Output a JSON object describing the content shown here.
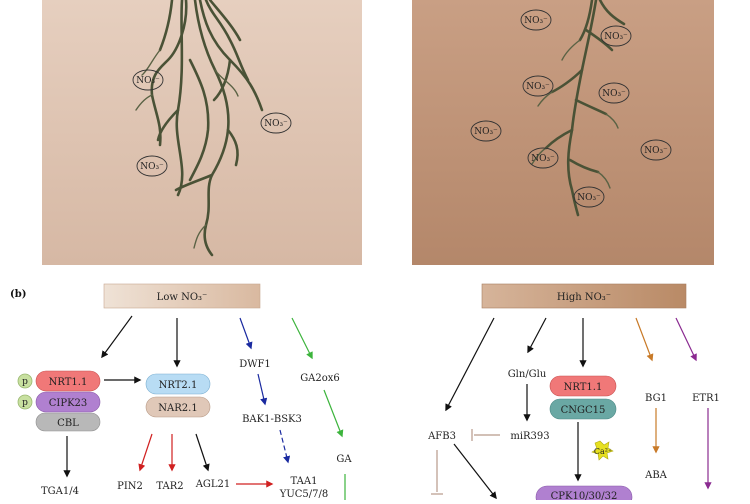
{
  "panel_a": {
    "left_ions": [
      "NO₃⁻",
      "NO₃⁻",
      "NO₃⁻"
    ],
    "right_ions": [
      "NO₃⁻",
      "NO₃⁻",
      "NO₃⁻",
      "NO₃⁻",
      "NO₃⁻",
      "NO₃⁻",
      "NO₃⁻",
      "NO₃⁻"
    ]
  },
  "panel_b": {
    "label": "(b)",
    "low": {
      "header": "Low NO₃⁻",
      "p1": "p",
      "p2": "p",
      "nrt11": "NRT1.1",
      "cipk23": "CIPK23",
      "cbl": "CBL",
      "nrt21": "NRT2.1",
      "nar21": "NAR2.1",
      "dwf1": "DWF1",
      "bak1": "BAK1-BSK3",
      "ga2ox6": "GA2ox6",
      "ga": "GA",
      "tga": "TGA1/4",
      "pin2": "PIN2",
      "tar2": "TAR2",
      "agl21": "AGL21",
      "taa1": "TAA1",
      "yuc": "YUC5/7/8"
    },
    "high": {
      "header": "High NO₃⁻",
      "glnglu": "Gln/Glu",
      "nrt11": "NRT1.1",
      "cngc15": "CNGC15",
      "bg1": "BG1",
      "etr1": "ETR1",
      "afb3": "AFB3",
      "mir393": "miR393",
      "ca": "Ca²⁺",
      "aba": "ABA",
      "cpk": "CPK10/30/32"
    },
    "colors": {
      "black": "#111111",
      "red": "#d02020",
      "blue": "#1a2aa0",
      "green": "#3cb43c",
      "orange": "#c87a28",
      "purple": "#8a2a90",
      "inhibit": "#b89a8a"
    }
  }
}
